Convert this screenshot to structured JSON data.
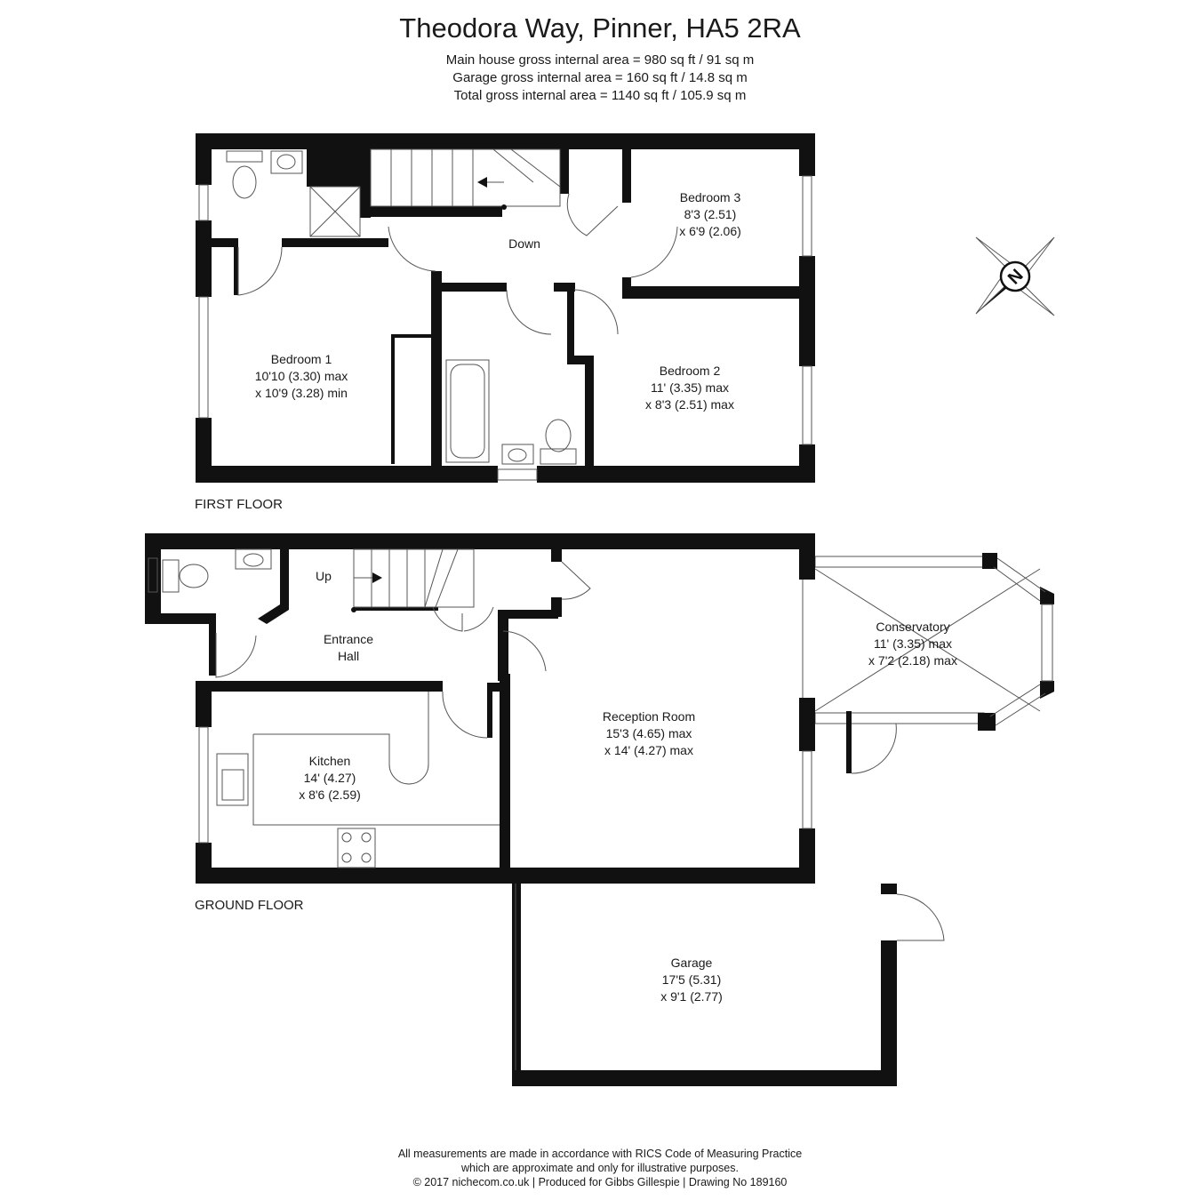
{
  "title": "Theodora Way, Pinner, HA5 2RA",
  "areas": [
    "Main house gross internal area =  980 sq ft / 91 sq m",
    "Garage gross internal area = 160 sq ft / 14.8 sq m",
    "Total gross internal area =  1140 sq ft / 105.9 sq m"
  ],
  "floors": {
    "first": "FIRST FLOOR",
    "ground": "GROUND FLOOR"
  },
  "rooms": {
    "bedroom1": [
      "Bedroom 1",
      "10'10 (3.30) max",
      "x 10'9 (3.28) min"
    ],
    "bedroom2": [
      "Bedroom 2",
      "11' (3.35) max",
      "x 8'3 (2.51) max"
    ],
    "bedroom3": [
      "Bedroom 3",
      "8'3 (2.51)",
      "x 6'9 (2.06)"
    ],
    "down": "Down",
    "up": "Up",
    "entrance": [
      "Entrance",
      "Hall"
    ],
    "kitchen": [
      "Kitchen",
      "14' (4.27)",
      "x 8'6 (2.59)"
    ],
    "reception": [
      "Reception Room",
      "15'3 (4.65) max",
      "x 14' (4.27) max"
    ],
    "conservatory": [
      "Conservatory",
      "11' (3.35) max",
      "x 7'2 (2.18) max"
    ],
    "garage": [
      "Garage",
      "17'5 (5.31)",
      "x 9'1 (2.77)"
    ]
  },
  "compass": {
    "label": "N",
    "icon": "compass-north-icon"
  },
  "footer": [
    "All measurements are made in accordance with RICS Code of Measuring Practice",
    "which are approximate and only for illustrative purposes.",
    "© 2017 nichecom.co.uk  |  Produced for Gibbs Gillespie  |  Drawing No 189160"
  ]
}
